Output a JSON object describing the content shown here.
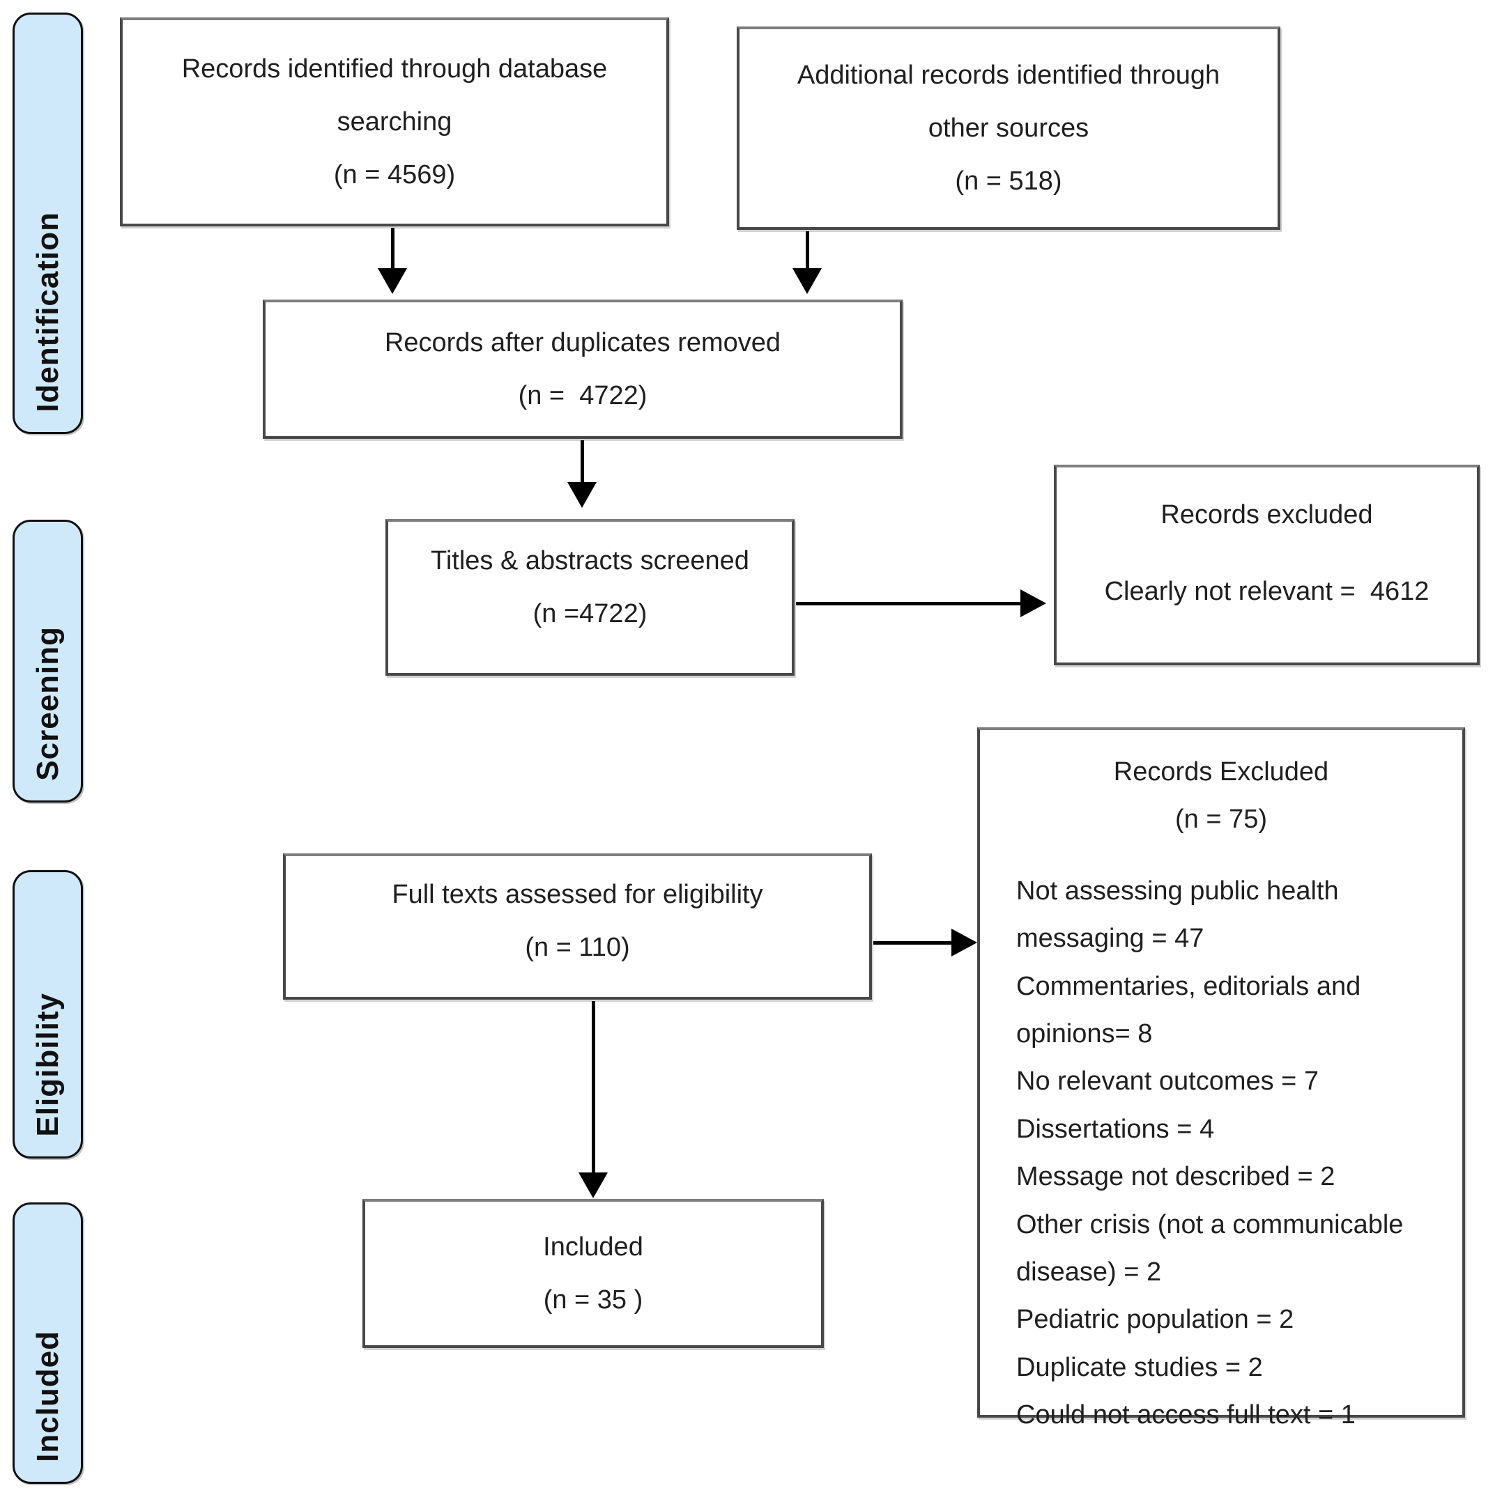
{
  "diagram": {
    "type": "prisma-flow",
    "accent_color": "#cfe9fa",
    "stage_labels": [
      {
        "id": "identification",
        "label": "Identification"
      },
      {
        "id": "screening",
        "label": "Screening"
      },
      {
        "id": "eligibility",
        "label": "Eligibility"
      },
      {
        "id": "included",
        "label": "Included"
      }
    ],
    "boxes": {
      "records_identified": {
        "text": "Records identified through database searching",
        "count": "(n = 4569)"
      },
      "additional_records": {
        "text": "Additional records identified through other sources",
        "count": "(n = 518)"
      },
      "duplicates_removed": {
        "text": "Records after duplicates removed",
        "count": "(n =  4722)"
      },
      "titles_screened": {
        "text": "Titles & abstracts screened",
        "count": "(n =4722)"
      },
      "records_excluded_screening": {
        "title": "Records excluded",
        "detail": "Clearly not relevant =  4612"
      },
      "full_text_assessed": {
        "text": "Full texts assessed for eligibility",
        "count": "(n = 110)"
      },
      "records_excluded_fulltext": {
        "title": "Records Excluded",
        "count": "(n = 75)",
        "reasons": [
          "Not assessing public health messaging = 47",
          "Commentaries, editorials and opinions= 8",
          "No relevant outcomes = 7",
          "Dissertations = 4",
          "Message not described = 2",
          "Other crisis (not a communicable disease) = 2",
          "Pediatric population = 2",
          "Duplicate studies = 2",
          "Could not access full text = 1"
        ]
      },
      "included_studies": {
        "text": "Included",
        "count": "(n = 35 )"
      }
    }
  }
}
